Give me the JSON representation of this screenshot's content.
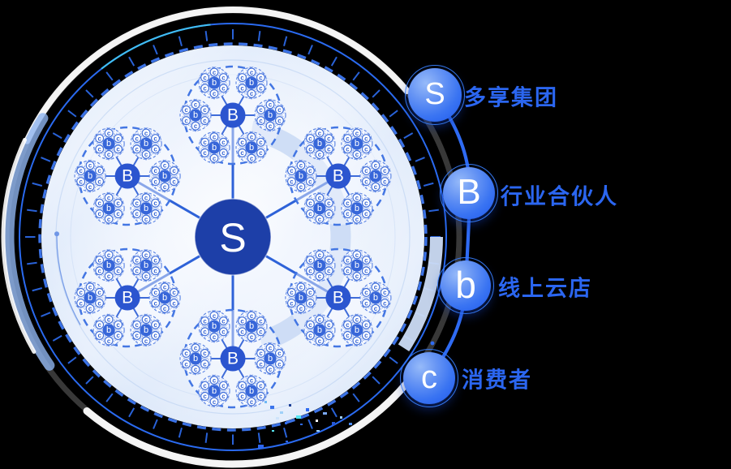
{
  "legend": {
    "items": [
      {
        "id": "s",
        "letter": "S",
        "label": "多享集团"
      },
      {
        "id": "partner",
        "letter": "B",
        "label": "行业合伙人"
      },
      {
        "id": "store",
        "letter": "b",
        "label": "线上云店"
      },
      {
        "id": "consumer",
        "letter": "c",
        "label": "消费者"
      }
    ]
  },
  "diagram": {
    "center_letter": "S",
    "partner_letter": "B",
    "store_letter": "b",
    "consumer_letter": "c",
    "counts": {
      "partner_clusters": 6,
      "stores_per_partner": 6,
      "consumers_per_store": 6
    },
    "colors": {
      "accent": "#2b66f0",
      "center_node": "#1d3fa8",
      "partner_node": "#2b55cf",
      "store_node": "#3766d9",
      "consumer_ring": "#4270da",
      "consumer_text": "#3161d4",
      "dashed_ring": "#3b72e6",
      "spoke": "#2e62d8",
      "label_text": "#2b66f0",
      "inner_band": "#c6d7f4",
      "edge_band": "#ccdcf6",
      "tick": "#2e6df0",
      "chain": "#2f6bf3"
    }
  }
}
